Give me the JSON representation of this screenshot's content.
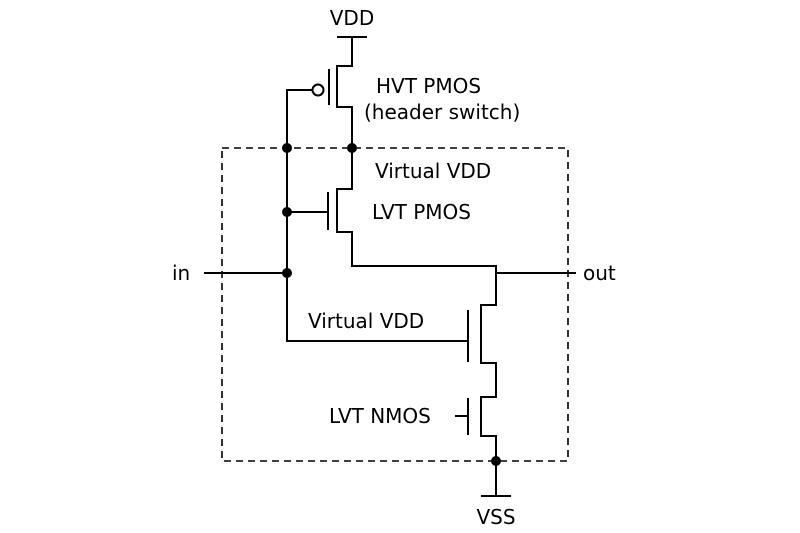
{
  "labels": {
    "vdd": "VDD",
    "vss": "VSS",
    "in": "in",
    "out": "out",
    "hvt_pmos": "HVT PMOS",
    "header_switch": "(header switch)",
    "virtual_vdd_top": "Virtual VDD",
    "lvt_pmos": "LVT PMOS",
    "virtual_vdd_mid": "Virtual VDD",
    "lvt_nmos": "LVT NMOS"
  },
  "colors": {
    "ink": "#000000",
    "background": "#ffffff"
  }
}
